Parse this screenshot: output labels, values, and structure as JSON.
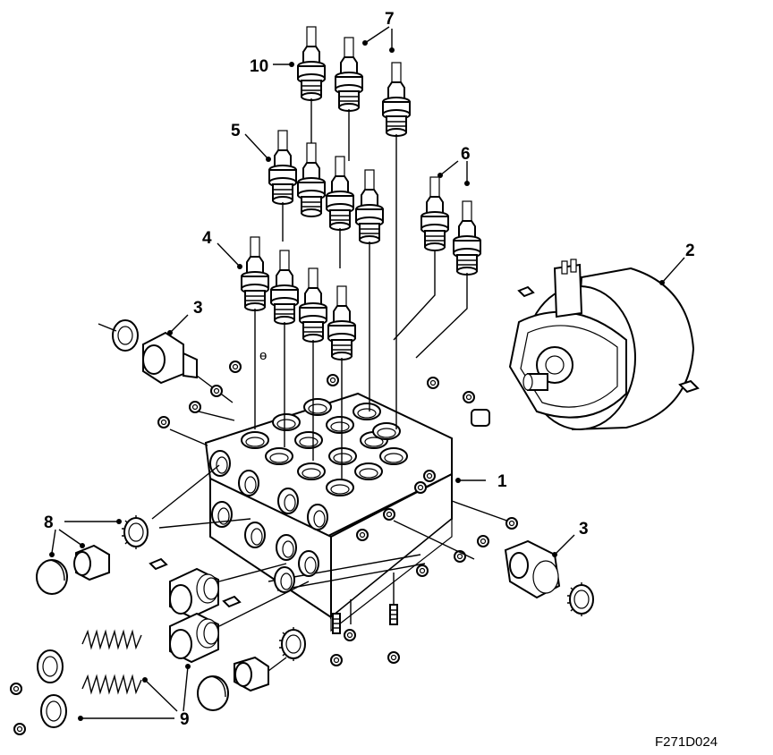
{
  "figure": {
    "reference": "F271D024",
    "callouts": {
      "c1": "1",
      "c2": "2",
      "c3a": "3",
      "c3b": "3",
      "c4": "4",
      "c5": "5",
      "c6": "6",
      "c7": "7",
      "c8": "8",
      "c9": "9",
      "c10": "10"
    }
  },
  "colors": {
    "ink": "#000000",
    "paper": "#ffffff"
  }
}
